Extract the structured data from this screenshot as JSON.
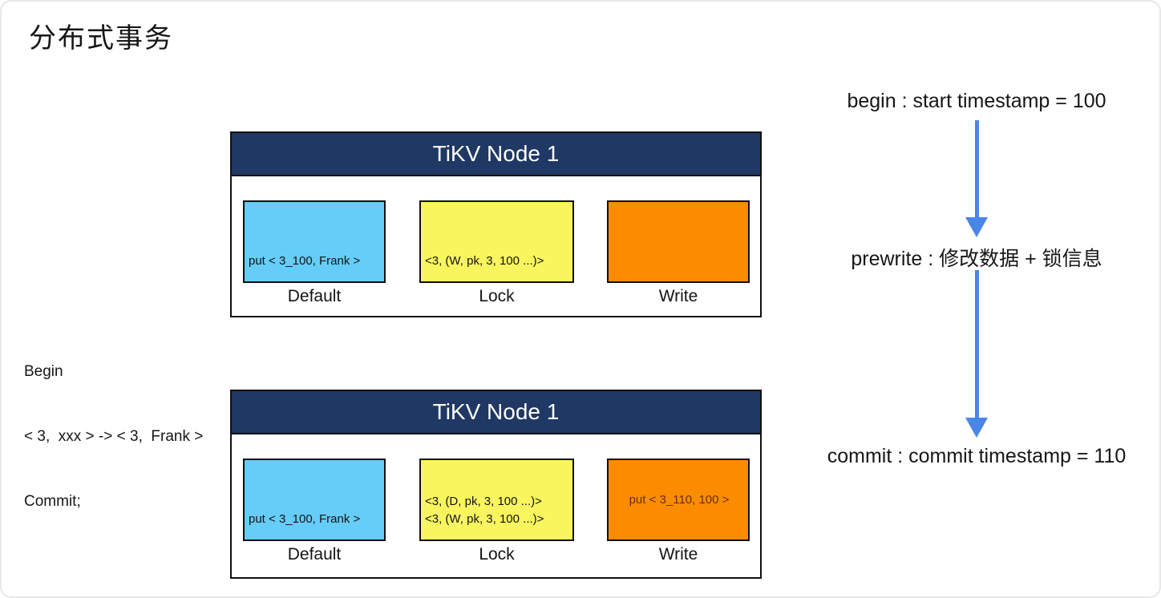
{
  "title": "分布式事务",
  "left_note": {
    "lines": [
      "Begin",
      "< 3,  xxx > -> < 3,  Frank >",
      "Commit;"
    ]
  },
  "nodes": [
    {
      "title": "TiKV Node 1",
      "header_color": "#1f3864",
      "columns": [
        {
          "label": "Default",
          "fill": "#66ccf8",
          "lines": [
            "put < 3_100, Frank >"
          ]
        },
        {
          "label": "Lock",
          "fill": "#f9f55f",
          "lines": [
            "<3, (W, pk, 3, 100 ...)>"
          ]
        },
        {
          "label": "Write",
          "fill": "#fb8c00",
          "lines": []
        }
      ]
    },
    {
      "title": "TiKV Node 1",
      "header_color": "#1f3864",
      "columns": [
        {
          "label": "Default",
          "fill": "#66ccf8",
          "lines": [
            "put < 3_100, Frank >"
          ]
        },
        {
          "label": "Lock",
          "fill": "#f9f55f",
          "lines": [
            "<3, (D, pk, 3, 100 ...)>",
            "<3, (W, pk, 3, 100 ...)>"
          ]
        },
        {
          "label": "Write",
          "fill": "#fb8c00",
          "lines": [
            "put < 3_110, 100 >"
          ],
          "text_color": "#66300a"
        }
      ]
    }
  ],
  "flow": {
    "arrow_color": "#4a86e8",
    "steps": [
      "begin : start timestamp = 100",
      "prewrite : 修改数据 + 锁信息",
      "commit : commit timestamp = 110"
    ]
  }
}
